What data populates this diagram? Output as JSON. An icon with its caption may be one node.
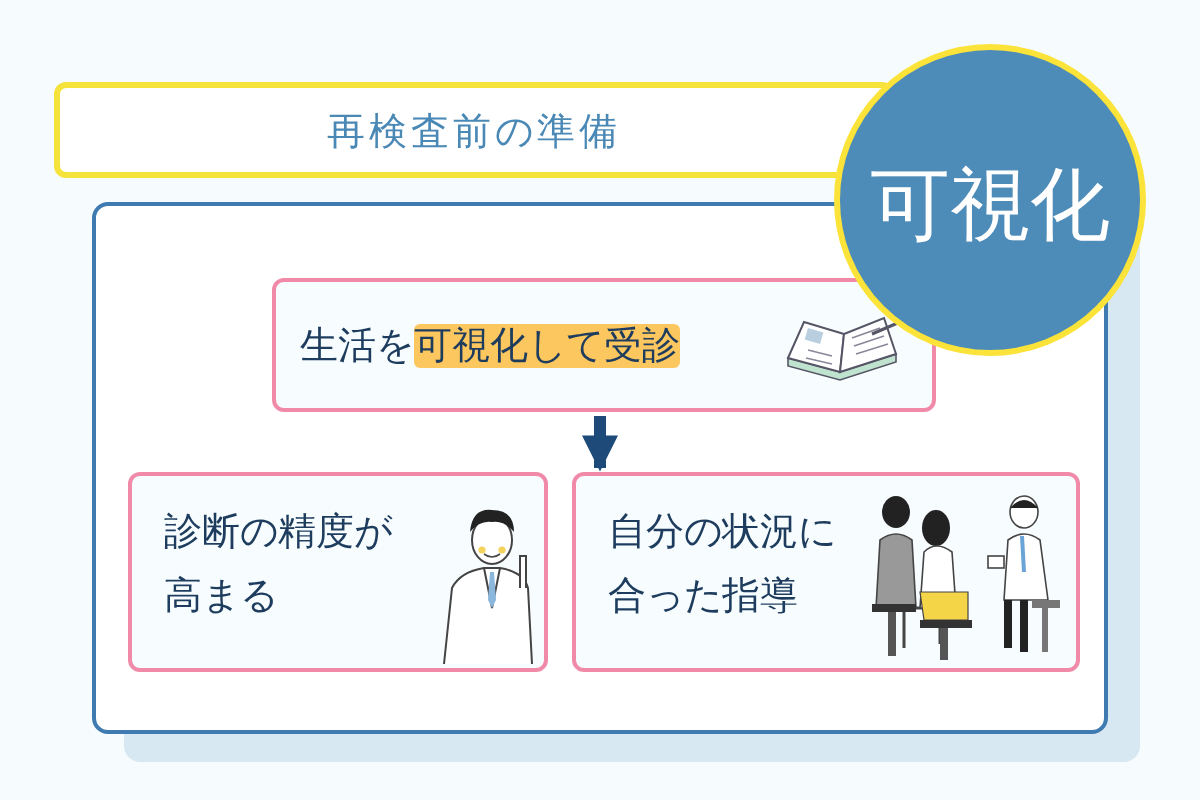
{
  "diagram": {
    "nodes": [
      {
        "text": [
          "再検査前の準備"
        ]
      },
      {
        "text": [
          "可視化"
        ]
      },
      {
        "text": [],
        "shape": "box"
      },
      {
        "text": [
          "生活を**可視化して受診**"
        ],
        "in": 2
      },
      {
        "text": [
          "診断の精度が高まる"
        ],
        "in": 2
      },
      {
        "text": [
          "自分の状況に合った指導"
        ],
        "in": 2
      }
    ],
    "edges": [
      {
        "from": 3,
        "to": 4,
        "arrow": "to"
      },
      {
        "from": 3,
        "to": 5,
        "arrow": "to"
      }
    ]
  }
}
